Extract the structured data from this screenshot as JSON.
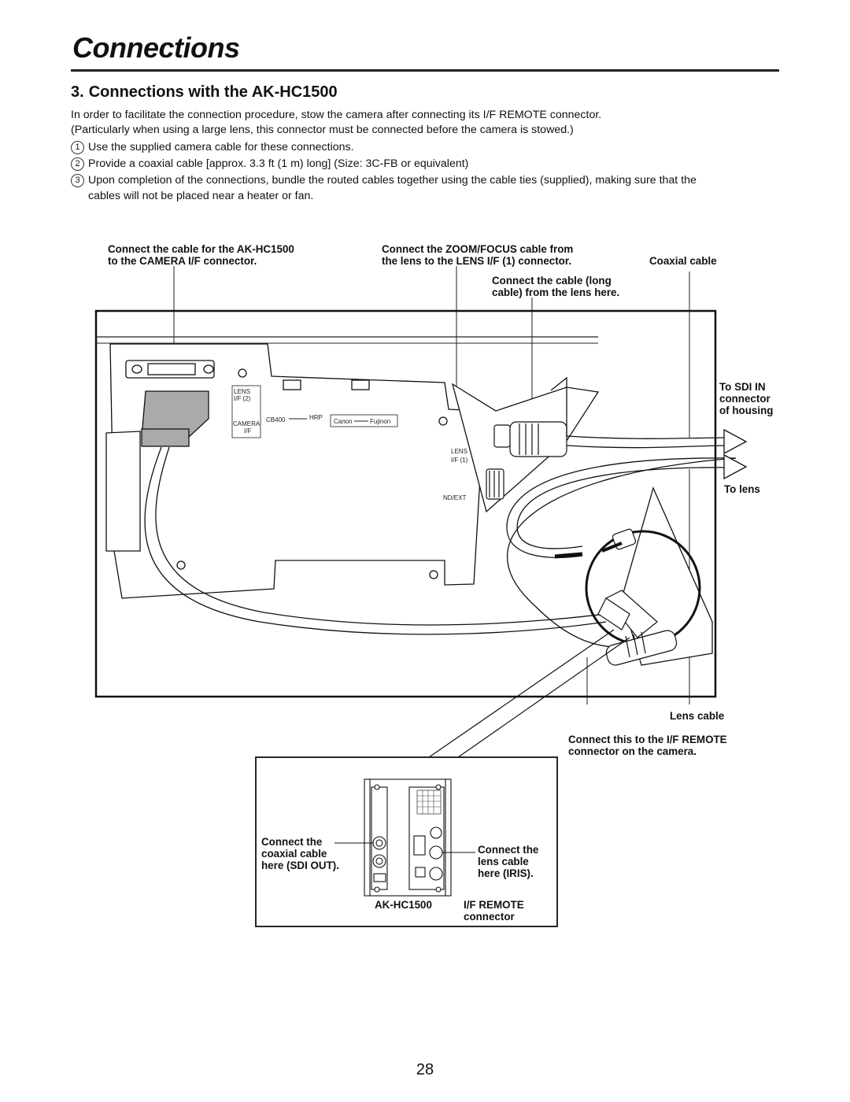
{
  "header": {
    "title": "Connections"
  },
  "section": {
    "number": "3.",
    "title": "Connections with the AK-HC1500",
    "intro_1": "In order to facilitate the connection procedure, stow the camera after connecting its I/F REMOTE connector.",
    "intro_2": "(Particularly when using a large lens, this connector must be connected before the camera is stowed.)",
    "steps": [
      {
        "marker": "1",
        "text": "Use the supplied camera cable for these connections."
      },
      {
        "marker": "2",
        "text": "Provide a coaxial cable [approx. 3.3 ft (1 m) long] (Size: 3C-FB or equivalent)"
      },
      {
        "marker": "3",
        "text": "Upon completion of the connections, bundle the routed cables together using the cable ties (supplied), making sure that the",
        "text_cont": "cables will not be placed near a heater or fan."
      }
    ]
  },
  "diagram": {
    "callouts": {
      "camera_if_1": "Connect the cable for the AK-HC1500",
      "camera_if_2": "to the CAMERA I/F connector.",
      "zoom_focus_1": "Connect the ZOOM/FOCUS cable from",
      "zoom_focus_2": "the lens to the LENS I/F (1) connector.",
      "coaxial": "Coaxial cable",
      "long_cable_1": "Connect the cable (long",
      "long_cable_2": "cable) from the lens here.",
      "to_sdi_1": "To SDI IN",
      "to_sdi_2": "connector",
      "to_sdi_3": "of housing",
      "to_lens": "To lens",
      "lens_cable": "Lens cable",
      "if_remote_1": "Connect this to the I/F REMOTE",
      "if_remote_2": "connector on the camera."
    },
    "board_labels": {
      "lens_if2_1": "LENS",
      "lens_if2_2": "I/F (2)",
      "camera_if_1": "CAMERA",
      "camera_if_2": "I/F",
      "cb400": "CB400",
      "hrp": "HRP",
      "canon": "Canon",
      "fujinon": "Fujinon",
      "lens_if1_1": "LENS",
      "lens_if1_2": "I/F (1)",
      "nd_ext": "ND/EXT"
    },
    "inset": {
      "sdi_out_1": "Connect the",
      "sdi_out_2": "coaxial cable",
      "sdi_out_3": "here (SDI OUT).",
      "iris_1": "Connect the",
      "iris_2": "lens cable",
      "iris_3": "here (IRIS).",
      "model": "AK-HC1500",
      "if_remote_1": "I/F REMOTE",
      "if_remote_2": "connector"
    }
  },
  "footer": {
    "page_number": "28"
  }
}
